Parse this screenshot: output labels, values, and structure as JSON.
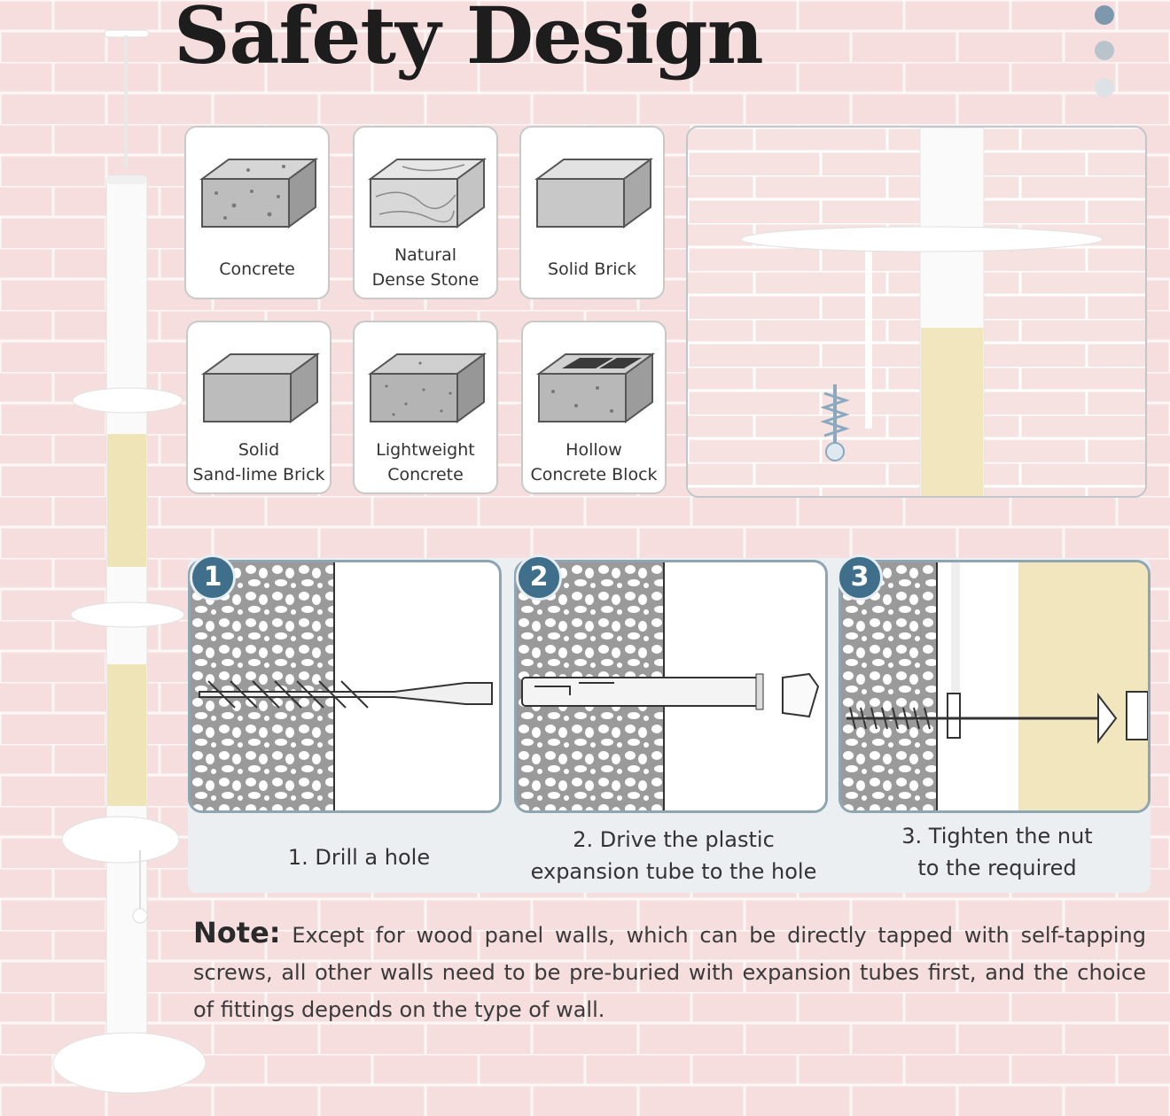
{
  "page": {
    "title": "Safety Design",
    "colors": {
      "background": "#f6dede",
      "brick_line": "#ffffff",
      "badge": "#3f6f8b",
      "card_border": "#c9c9c9",
      "step_border": "#8fa6b2",
      "sisal": "#efe3b8"
    }
  },
  "carousel_dots": [
    {
      "color": "#7d98ad",
      "active": true
    },
    {
      "color": "#b8c3cc",
      "active": false
    },
    {
      "color": "#dde2e6",
      "active": false
    }
  ],
  "wall_types": [
    {
      "label": "Concrete",
      "icon": "concrete-block-icon"
    },
    {
      "label": "Natural\nDense Stone",
      "icon": "dense-stone-icon"
    },
    {
      "label": "Solid Brick",
      "icon": "solid-brick-icon"
    },
    {
      "label": "Solid\nSand-lime Brick",
      "icon": "sand-lime-brick-icon"
    },
    {
      "label": "Lightweight\nConcrete",
      "icon": "lightweight-concrete-icon"
    },
    {
      "label": "Hollow\nConcrete Block",
      "icon": "hollow-block-icon"
    }
  ],
  "steps": [
    {
      "number": "1",
      "caption": "1. Drill a hole",
      "icon": "drill-bit-icon"
    },
    {
      "number": "2",
      "caption": "2. Drive the plastic\nexpansion tube to the hole",
      "icon": "expansion-tube-icon"
    },
    {
      "number": "3",
      "caption": "3. Tighten the nut\nto the required",
      "icon": "screw-icon"
    }
  ],
  "note": {
    "label": "Note:",
    "text": " Except for wood panel walls, which can be directly tapped with self-tapping screws, all other walls need to be pre-buried with expansion tubes first, and the choice of fittings depends on the type of wall."
  }
}
